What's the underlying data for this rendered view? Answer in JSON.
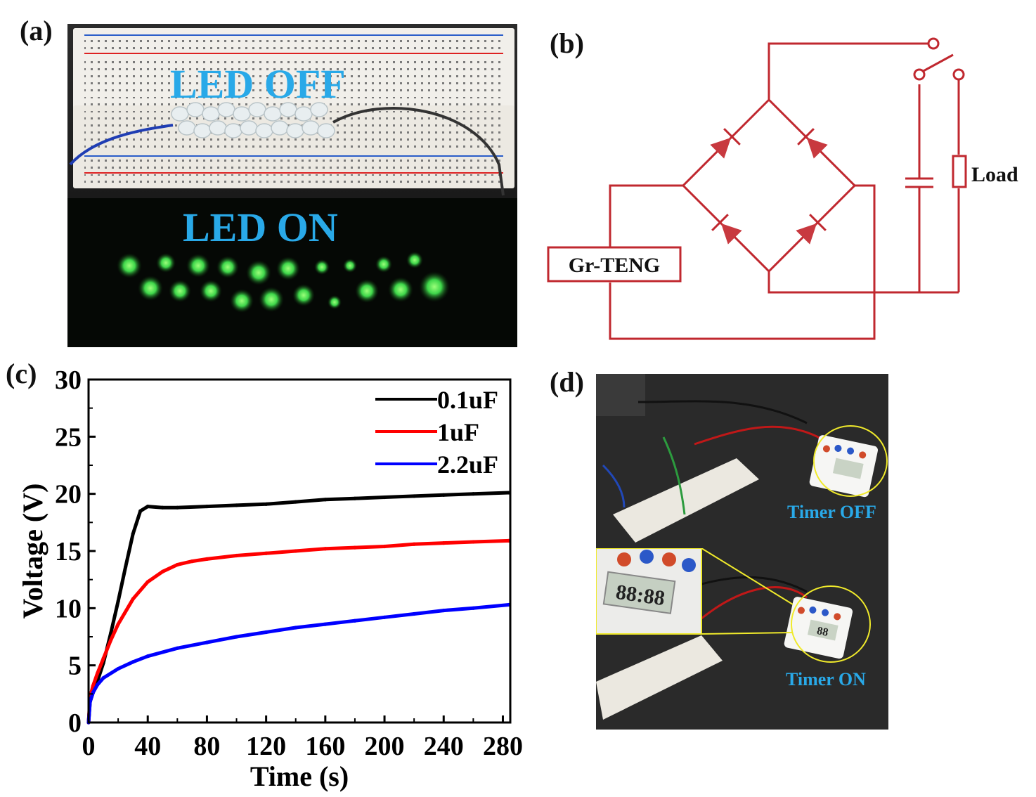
{
  "panels": {
    "a": {
      "label": "(a)",
      "led_off_text": "LED OFF",
      "led_on_text": "LED ON",
      "colors": {
        "breadboard": "#f1efea",
        "led_glow": "#3ed64a",
        "overlay_text": "#29a9e8"
      }
    },
    "b": {
      "label": "(b)",
      "source_label": "Gr-TENG",
      "load_label": "Load",
      "colors": {
        "circuit": "#c0282f",
        "diode_fill": "#c8393f"
      }
    },
    "c": {
      "label": "(c)"
    },
    "d": {
      "label": "(d)",
      "timer_off_text": "Timer OFF",
      "timer_on_text": "Timer ON",
      "colors": {
        "callout": "#f0ea2b",
        "overlay_text": "#29a9e8"
      }
    }
  },
  "chart_data": {
    "type": "line",
    "xlabel": "Time (s)",
    "ylabel": "Voltage (V)",
    "xlim": [
      0,
      285
    ],
    "ylim": [
      0,
      30
    ],
    "xticks": [
      0,
      40,
      80,
      120,
      160,
      200,
      240,
      280
    ],
    "yticks": [
      0,
      5,
      10,
      15,
      20,
      25,
      30
    ],
    "legend_position": "top-right",
    "series": [
      {
        "name": "0.1uF",
        "color": "#000000",
        "x": [
          0,
          1,
          3,
          6,
          10,
          15,
          20,
          25,
          30,
          35,
          40,
          50,
          60,
          80,
          100,
          120,
          140,
          160,
          180,
          200,
          220,
          240,
          260,
          284
        ],
        "values": [
          0,
          1.8,
          2.6,
          3.6,
          5.2,
          7.8,
          10.6,
          13.6,
          16.5,
          18.5,
          18.9,
          18.8,
          18.8,
          18.9,
          19.0,
          19.1,
          19.3,
          19.5,
          19.6,
          19.7,
          19.8,
          19.9,
          20.0,
          20.1
        ]
      },
      {
        "name": "1uF",
        "color": "#ff0000",
        "x": [
          0,
          1,
          3,
          6,
          10,
          15,
          20,
          30,
          40,
          50,
          60,
          70,
          80,
          100,
          120,
          140,
          160,
          180,
          200,
          220,
          240,
          260,
          284
        ],
        "values": [
          0,
          2.2,
          3.2,
          4.3,
          5.6,
          7.2,
          8.6,
          10.8,
          12.3,
          13.2,
          13.8,
          14.1,
          14.3,
          14.6,
          14.8,
          15.0,
          15.2,
          15.3,
          15.4,
          15.6,
          15.7,
          15.8,
          15.9
        ]
      },
      {
        "name": "2.2uF",
        "color": "#0000ff",
        "x": [
          0,
          1,
          3,
          6,
          10,
          20,
          30,
          40,
          60,
          80,
          100,
          120,
          140,
          160,
          180,
          200,
          220,
          240,
          260,
          284
        ],
        "values": [
          0,
          1.8,
          2.6,
          3.3,
          3.9,
          4.7,
          5.3,
          5.8,
          6.5,
          7.0,
          7.5,
          7.9,
          8.3,
          8.6,
          8.9,
          9.2,
          9.5,
          9.8,
          10.0,
          10.3
        ]
      }
    ]
  }
}
